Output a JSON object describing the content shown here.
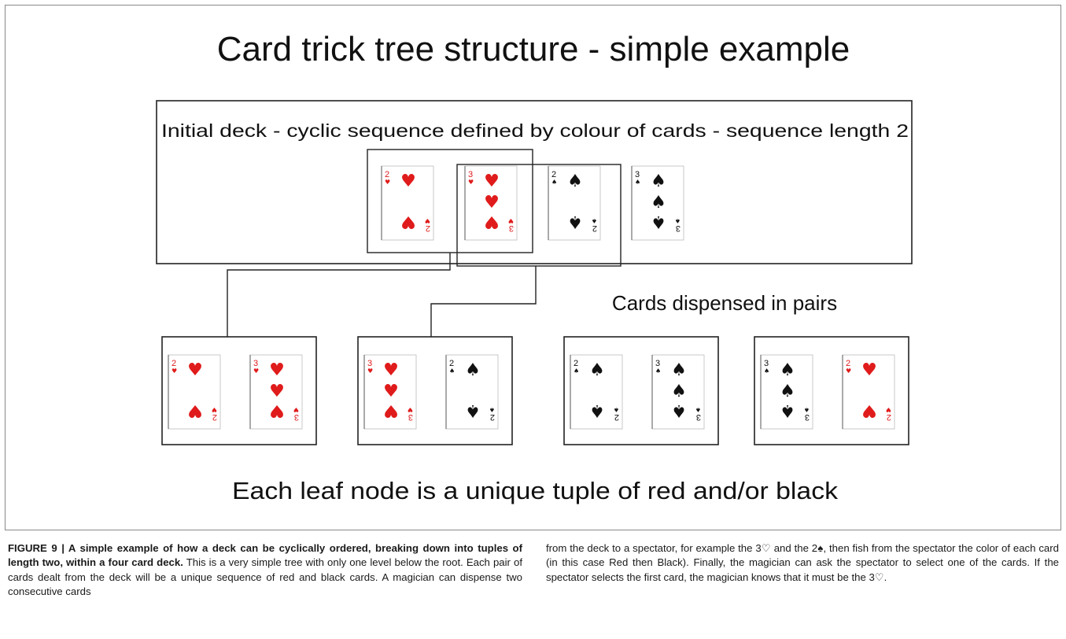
{
  "figure": {
    "title": "Card trick tree structure - simple example",
    "root_label": "Initial deck - cyclic sequence defined by colour of cards - sequence length 2",
    "pairs_label": "Cards dispensed in pairs",
    "footer_label": "Each leaf node is a unique tuple of red and/or black",
    "colors": {
      "red": "#e01b1b",
      "black": "#111111",
      "border": "#333333"
    },
    "deck": [
      {
        "rank": "2",
        "suit": "hearts",
        "color": "red"
      },
      {
        "rank": "3",
        "suit": "hearts",
        "color": "red"
      },
      {
        "rank": "2",
        "suit": "spades",
        "color": "black"
      },
      {
        "rank": "3",
        "suit": "spades",
        "color": "black"
      }
    ],
    "leaves": [
      [
        {
          "rank": "2",
          "suit": "hearts"
        },
        {
          "rank": "3",
          "suit": "hearts"
        }
      ],
      [
        {
          "rank": "3",
          "suit": "hearts"
        },
        {
          "rank": "2",
          "suit": "spades"
        }
      ],
      [
        {
          "rank": "2",
          "suit": "spades"
        },
        {
          "rank": "3",
          "suit": "spades"
        }
      ],
      [
        {
          "rank": "3",
          "suit": "spades"
        },
        {
          "rank": "2",
          "suit": "hearts"
        }
      ]
    ]
  },
  "caption": {
    "label": "FIGURE 9 | A simple example of how a deck can be cyclically ordered, breaking down into tuples of length two, within a four card deck.",
    "left_text": " This is a very simple tree with only one level below the root. Each pair of cards dealt from the deck will be a unique sequence of red and black cards. A magician can dispense two consecutive cards",
    "right_text": "from the deck to a spectator, for example the 3♡ and the 2♠, then fish from the spectator the color of each card (in this case Red then Black). Finally, the magician can ask the spectator to select one of the cards. If the spectator selects the first card, the magician knows that it must be the 3♡."
  }
}
